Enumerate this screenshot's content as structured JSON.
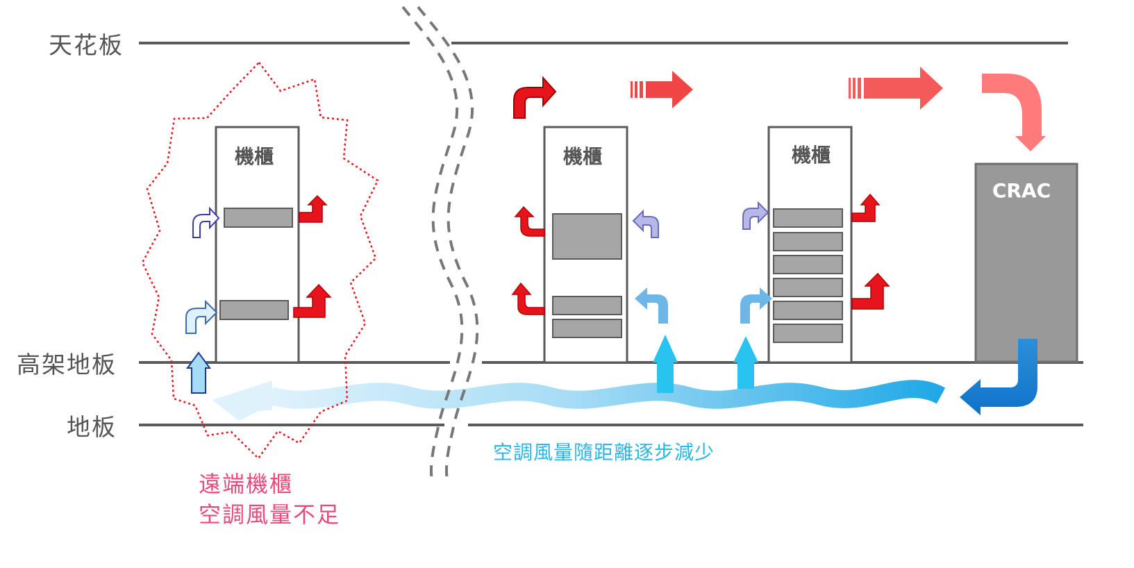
{
  "levels": {
    "ceiling": "天花板",
    "raised_floor": "高架地板",
    "floor": "地板"
  },
  "racks": [
    {
      "label": "機櫃"
    },
    {
      "label": "機櫃"
    },
    {
      "label": "機櫃"
    }
  ],
  "crac": {
    "label": "CRAC"
  },
  "notes": {
    "airflow_decrease": "空調風量隨距離逐步減少",
    "remote_rack_line1": "遠端機櫃",
    "remote_rack_line2": "空調風量不足"
  },
  "colors": {
    "line": "#5a5a5a",
    "rack_fill": "#a6a6a6",
    "hot_air": "#e8141c",
    "cool_air": "#29b6e8",
    "crac_fill": "#999999",
    "warning": "#e84a7a"
  }
}
